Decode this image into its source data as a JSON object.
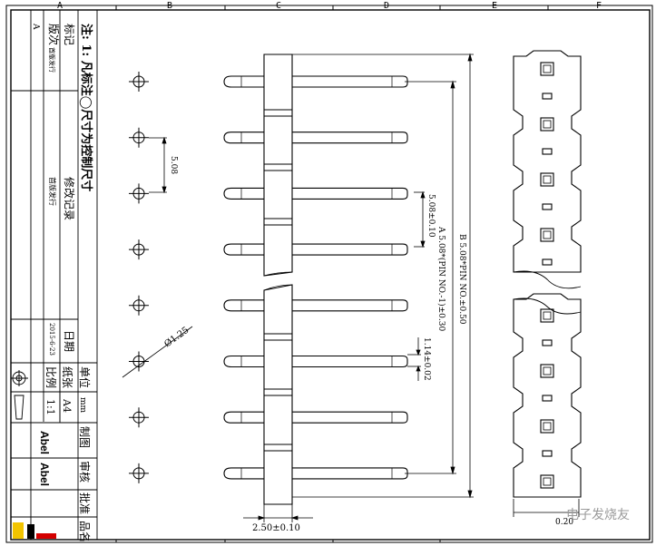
{
  "colors": {
    "line": "#000000",
    "logo_yellow": "#f2c400",
    "logo_red": "#d40000",
    "watermark": "#9a9a9a"
  },
  "column_labels": [
    "A",
    "B",
    "C",
    "D",
    "E",
    "F"
  ],
  "note": "注: 1: 凡标注◯尺寸为控制尺寸",
  "revision": {
    "col_version": "版次",
    "col_mark": "标记",
    "version": "A",
    "mark": "首版发行",
    "record_title": "修改记录",
    "record_entry": "首版发行",
    "date_label": "日期",
    "date": "2015-6-23"
  },
  "title_block": {
    "unit_label": "单位",
    "unit": "mm",
    "paper_label": "纸张",
    "paper": "A4",
    "scale_label": "比例",
    "scale": "1:1",
    "drawn_label": "制图",
    "checked_label": "审核",
    "approved_label": "批准",
    "name_label": "品名",
    "drawn_by": "Abel",
    "checked_by": "Abel"
  },
  "dimensions": {
    "pitch": "5.08",
    "hole_dia": "Ø1.25",
    "pitch_tol": "5.08±0.10",
    "pin_width": "1.14±0.02",
    "dim_a": "A  5.08*(PIN NO.-1)±0.30",
    "dim_b": "B  5.08*PIN NO.±0.50",
    "body_w": "2.50±0.10",
    "dim_bottom": "0.20"
  },
  "watermark": "电子发烧友",
  "pin_count": 8
}
